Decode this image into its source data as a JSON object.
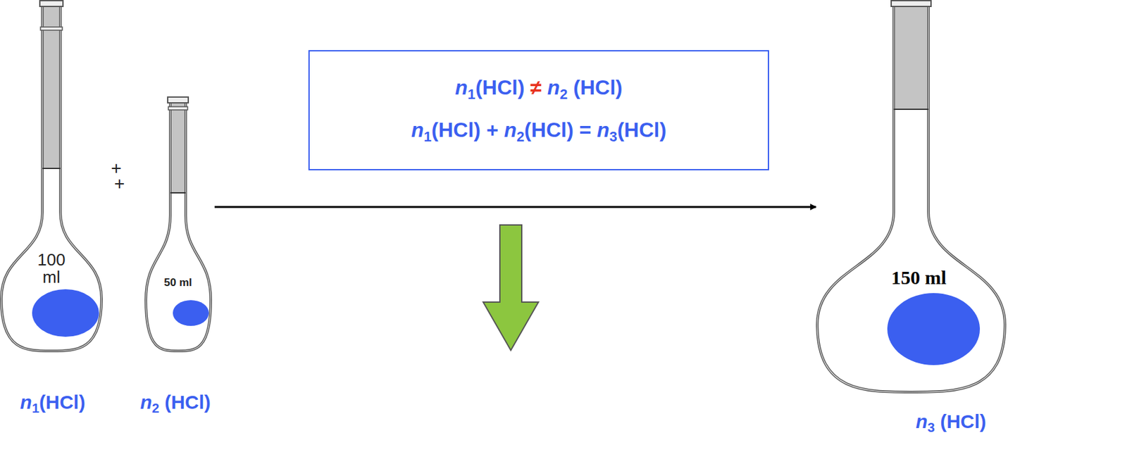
{
  "diagram": {
    "nodes": [
      {
        "text": [
          "100 ml",
          "n1(HCl)"
        ]
      },
      {
        "text": [
          "50 ml",
          "n2 (HCl)"
        ]
      },
      {
        "text": [
          "n1(HCl) ≠ n2 (HCl)",
          "n1(HCl) + n2(HCl) = n3(HCl)"
        ]
      },
      {
        "text": [
          "150 ml",
          "n3 (HCl)"
        ]
      }
    ],
    "edges": [
      {
        "from": 1,
        "to": 3,
        "arrow": "to"
      }
    ],
    "labels": [
      "+",
      "+"
    ]
  }
}
